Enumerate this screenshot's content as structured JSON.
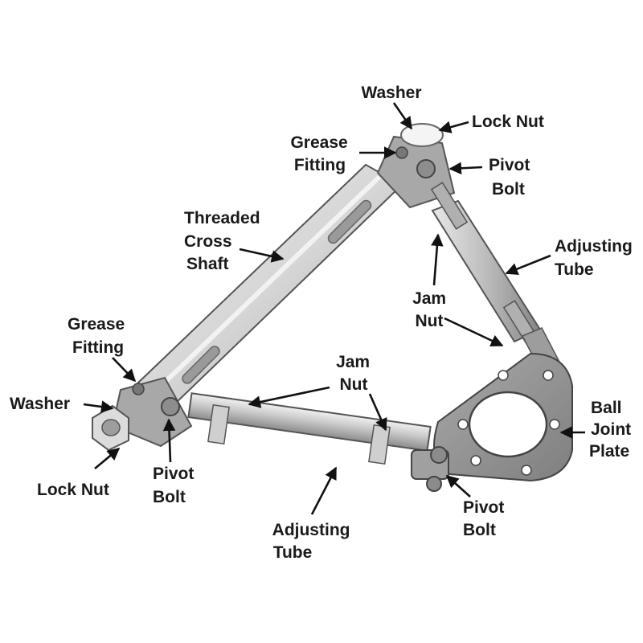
{
  "labels": {
    "washer_top": "Washer",
    "lock_nut_top": "Lock Nut",
    "grease_fitting_top": [
      "Grease",
      "Fitting"
    ],
    "pivot_bolt_top": [
      "Pivot",
      "Bolt"
    ],
    "threaded_cross_shaft": [
      "Threaded",
      "Cross",
      "Shaft"
    ],
    "adjusting_tube_right": [
      "Adjusting",
      "Tube"
    ],
    "jam_nut_right": [
      "Jam",
      "Nut"
    ],
    "grease_fitting_left": [
      "Grease",
      "Fitting"
    ],
    "washer_left": "Washer",
    "jam_nut_bottom": [
      "Jam",
      "Nut"
    ],
    "ball_joint_plate": [
      "Ball",
      "Joint",
      "Plate"
    ],
    "lock_nut_left": "Lock Nut",
    "pivot_bolt_left": [
      "Pivot",
      "Bolt"
    ],
    "adjusting_tube_bottom": [
      "Adjusting",
      "Tube"
    ],
    "pivot_bolt_right": [
      "Pivot",
      "Bolt"
    ]
  },
  "colors": {
    "metal_light": "#e4e4e4",
    "metal_mid": "#bdbdbd",
    "metal_dark": "#8a8a8a",
    "text": "#1a1a1a"
  }
}
